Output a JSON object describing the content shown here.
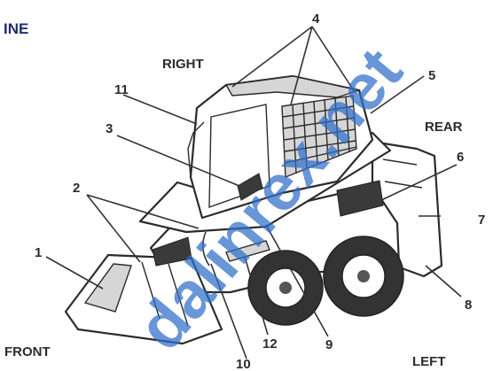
{
  "header_fragment": "INE",
  "orientation": {
    "right": "RIGHT",
    "rear": "REAR",
    "front": "FRONT",
    "left": "LEFT"
  },
  "callouts": [
    "1",
    "2",
    "3",
    "4",
    "5",
    "6",
    "7",
    "8",
    "9",
    "10",
    "11",
    "12"
  ],
  "watermark": "dalinrex.net",
  "colors": {
    "header": "#1e2d6b",
    "watermark": "#2f6fc9",
    "line": "#333333"
  }
}
